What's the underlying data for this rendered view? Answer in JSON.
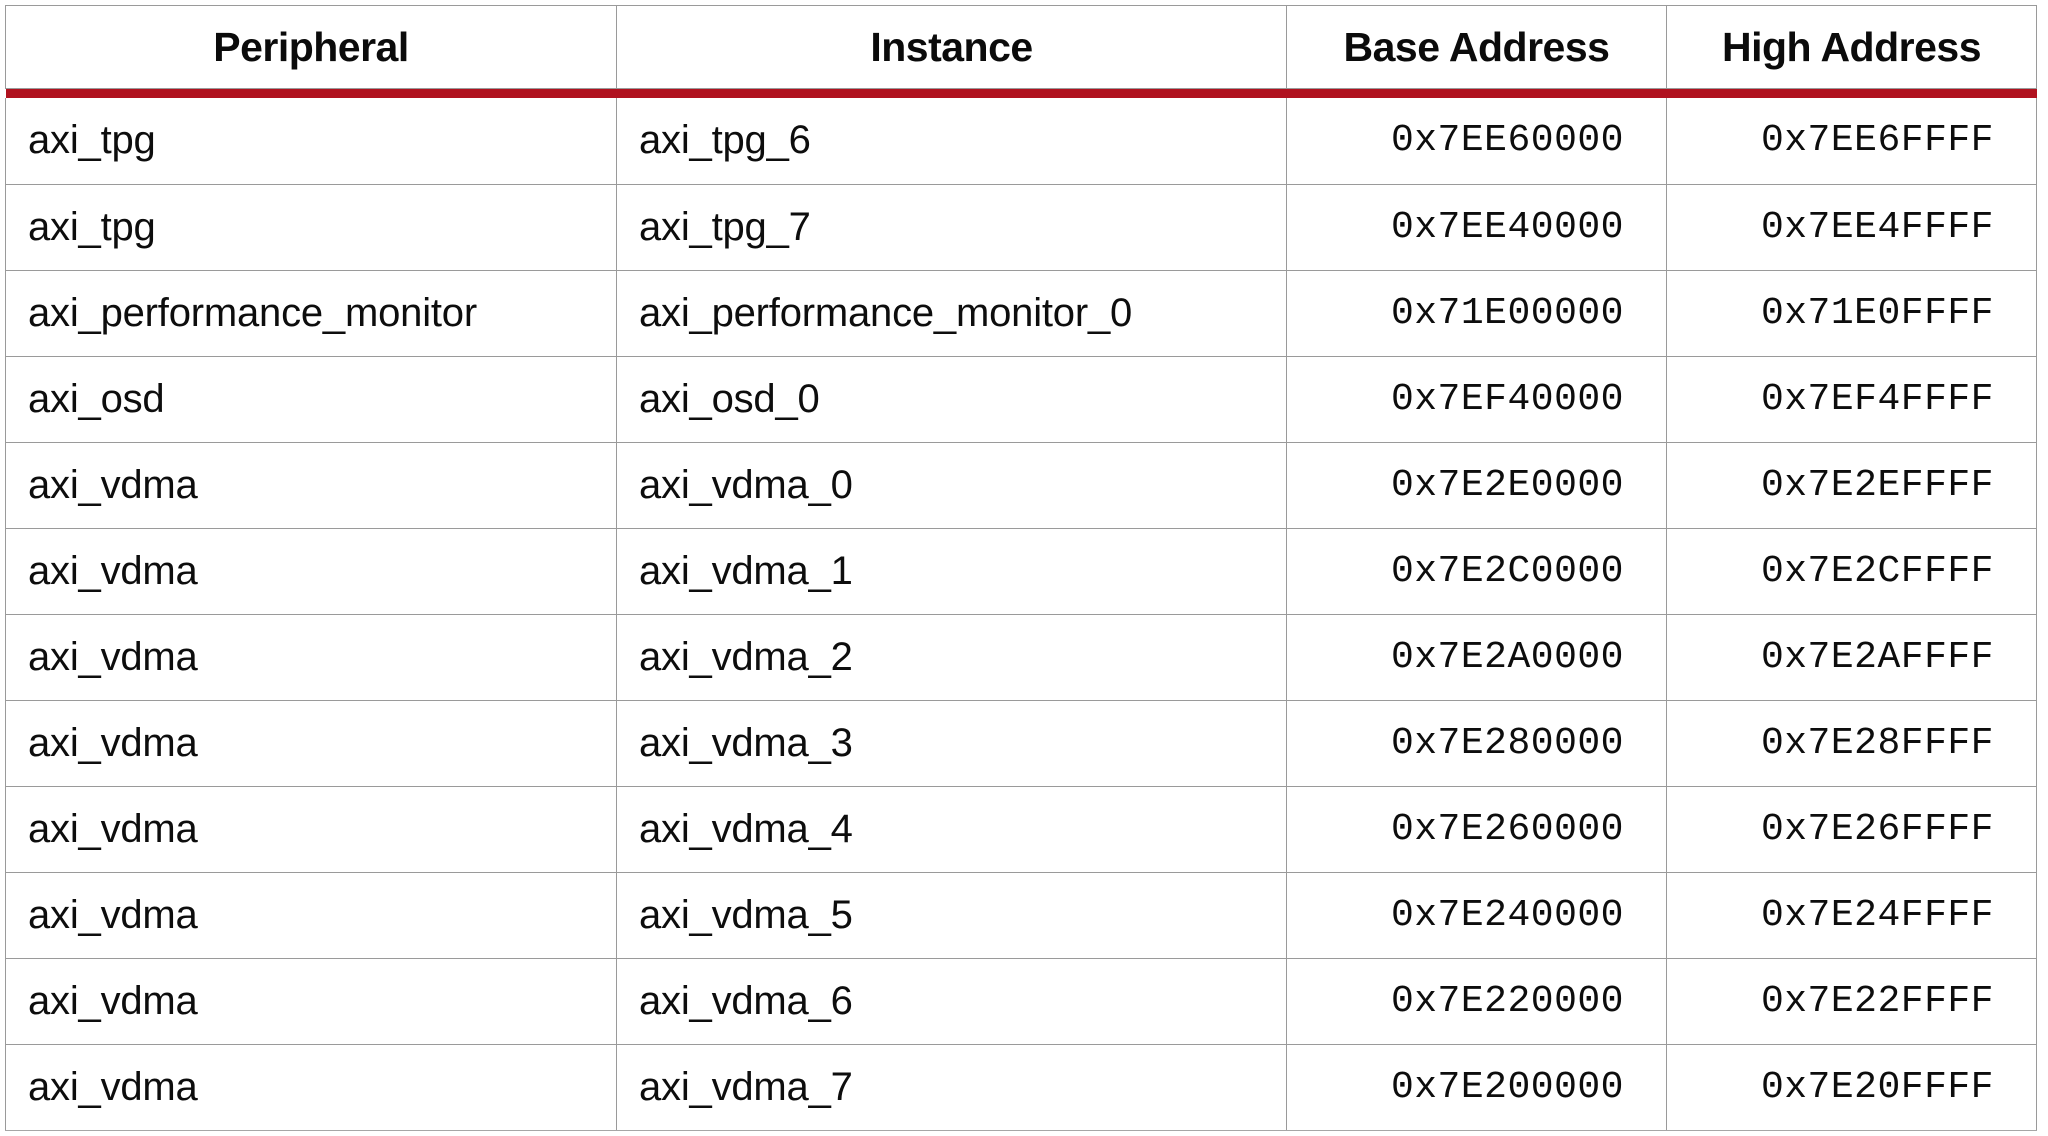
{
  "table": {
    "name": "peripheral-address-map",
    "columns": [
      {
        "key": "peripheral",
        "label": "Peripheral",
        "align": "left"
      },
      {
        "key": "instance",
        "label": "Instance",
        "align": "left"
      },
      {
        "key": "base",
        "label": "Base Address",
        "align": "right"
      },
      {
        "key": "high",
        "label": "High Address",
        "align": "right"
      }
    ],
    "header_rule_color": "#b0121f",
    "border_color": "#9a9a9a",
    "row_count": 12,
    "rows": [
      {
        "peripheral": "axi_tpg",
        "instance": "axi_tpg_6",
        "base": "0x7EE60000",
        "high": "0x7EE6FFFF"
      },
      {
        "peripheral": "axi_tpg",
        "instance": "axi_tpg_7",
        "base": "0x7EE40000",
        "high": "0x7EE4FFFF"
      },
      {
        "peripheral": "axi_performance_monitor",
        "instance": "axi_performance_monitor_0",
        "base": "0x71E00000",
        "high": "0x71E0FFFF"
      },
      {
        "peripheral": "axi_osd",
        "instance": "axi_osd_0",
        "base": "0x7EF40000",
        "high": "0x7EF4FFFF"
      },
      {
        "peripheral": "axi_vdma",
        "instance": "axi_vdma_0",
        "base": "0x7E2E0000",
        "high": "0x7E2EFFFF"
      },
      {
        "peripheral": "axi_vdma",
        "instance": "axi_vdma_1",
        "base": "0x7E2C0000",
        "high": "0x7E2CFFFF"
      },
      {
        "peripheral": "axi_vdma",
        "instance": "axi_vdma_2",
        "base": "0x7E2A0000",
        "high": "0x7E2AFFFF"
      },
      {
        "peripheral": "axi_vdma",
        "instance": "axi_vdma_3",
        "base": "0x7E280000",
        "high": "0x7E28FFFF"
      },
      {
        "peripheral": "axi_vdma",
        "instance": "axi_vdma_4",
        "base": "0x7E260000",
        "high": "0x7E26FFFF"
      },
      {
        "peripheral": "axi_vdma",
        "instance": "axi_vdma_5",
        "base": "0x7E240000",
        "high": "0x7E24FFFF"
      },
      {
        "peripheral": "axi_vdma",
        "instance": "axi_vdma_6",
        "base": "0x7E220000",
        "high": "0x7E22FFFF"
      },
      {
        "peripheral": "axi_vdma",
        "instance": "axi_vdma_7",
        "base": "0x7E200000",
        "high": "0x7E20FFFF"
      }
    ]
  }
}
